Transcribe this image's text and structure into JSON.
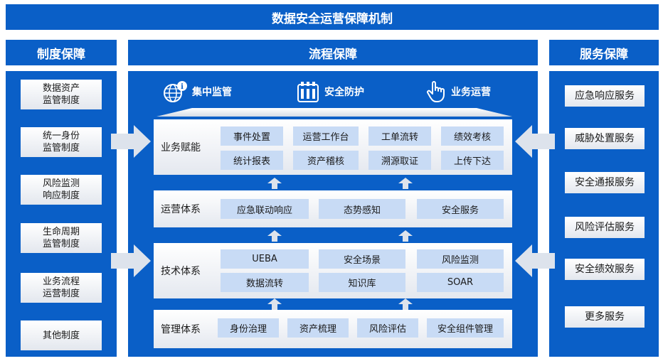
{
  "title": "数据安全运营保障机制",
  "headers": {
    "left": "制度保障",
    "middle": "流程保障",
    "right": "服务保障"
  },
  "left_items": [
    "数据资产\n监管制度",
    "统一身份\n监管制度",
    "风险监测\n响应制度",
    "生命周期\n监管制度",
    "业务流程\n运营制度",
    "其他制度"
  ],
  "right_items": [
    "应急响应服务",
    "威胁处置服务",
    "安全通报服务",
    "风险评估服务",
    "安全绩效服务",
    "更多服务"
  ],
  "top": [
    {
      "icon": "globe-info-icon",
      "label": "集中监管"
    },
    {
      "icon": "shield-building-icon",
      "label": "安全防护"
    },
    {
      "icon": "hand-pointer-icon",
      "label": "业务运营"
    }
  ],
  "layers": [
    {
      "label": "业务赋能",
      "items": [
        "事件处置",
        "运营工作台",
        "工单流转",
        "绩效考核",
        "统计报表",
        "资产稽核",
        "溯源取证",
        "上传下达"
      ]
    },
    {
      "label": "运营体系",
      "items": [
        "应急联动响应",
        "态势感知",
        "安全服务"
      ]
    },
    {
      "label": "技术体系",
      "items": [
        "UEBA",
        "安全场景",
        "风险监测",
        "数据流转",
        "知识库",
        "SOAR"
      ]
    },
    {
      "label": "管理体系",
      "items": [
        "身份治理",
        "资产梳理",
        "风险评估",
        "安全组件管理"
      ]
    }
  ]
}
